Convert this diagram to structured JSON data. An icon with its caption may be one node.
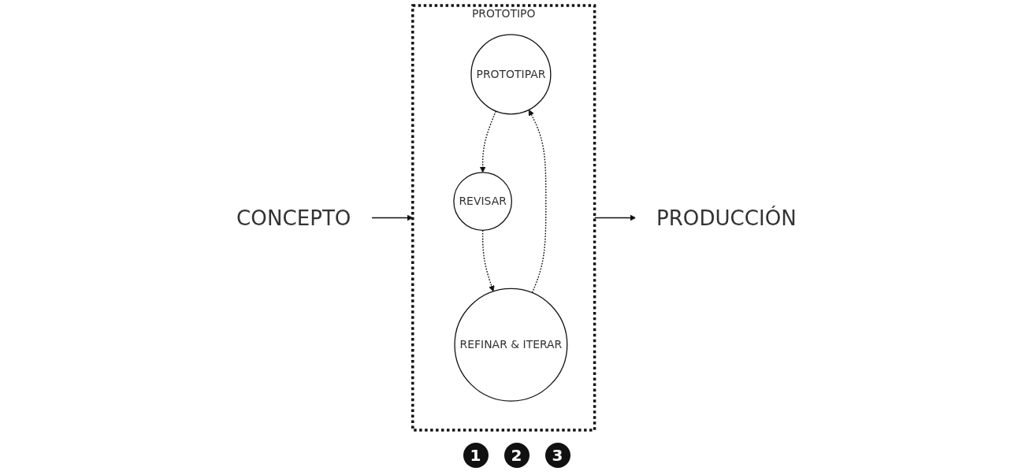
{
  "diagram": {
    "nodes": [
      {
        "text": [
          "CONCEPTO"
        ]
      },
      {
        "text": [
          "PROTOTIPO"
        ]
      },
      {
        "text": [
          "PROTOTIPAR"
        ],
        "in": 1
      },
      {
        "text": [
          "REVISAR"
        ],
        "in": 1
      },
      {
        "text": [
          "REFINAR & ITERAR"
        ],
        "in": 1
      },
      {
        "text": [
          "PRODUCCIÓN"
        ]
      }
    ],
    "edges": [
      {
        "from": 0,
        "to": 1,
        "arrow": "to"
      },
      {
        "from": 2,
        "to": 3,
        "arrow": "to",
        "style": "dashed"
      },
      {
        "from": 3,
        "to": 4,
        "arrow": "to",
        "style": "dashed"
      },
      {
        "from": 4,
        "to": 2,
        "arrow": "to",
        "style": "dashed"
      },
      {
        "from": 1,
        "to": 5,
        "arrow": "to"
      }
    ],
    "labels": [
      "1",
      "2",
      "3"
    ]
  }
}
